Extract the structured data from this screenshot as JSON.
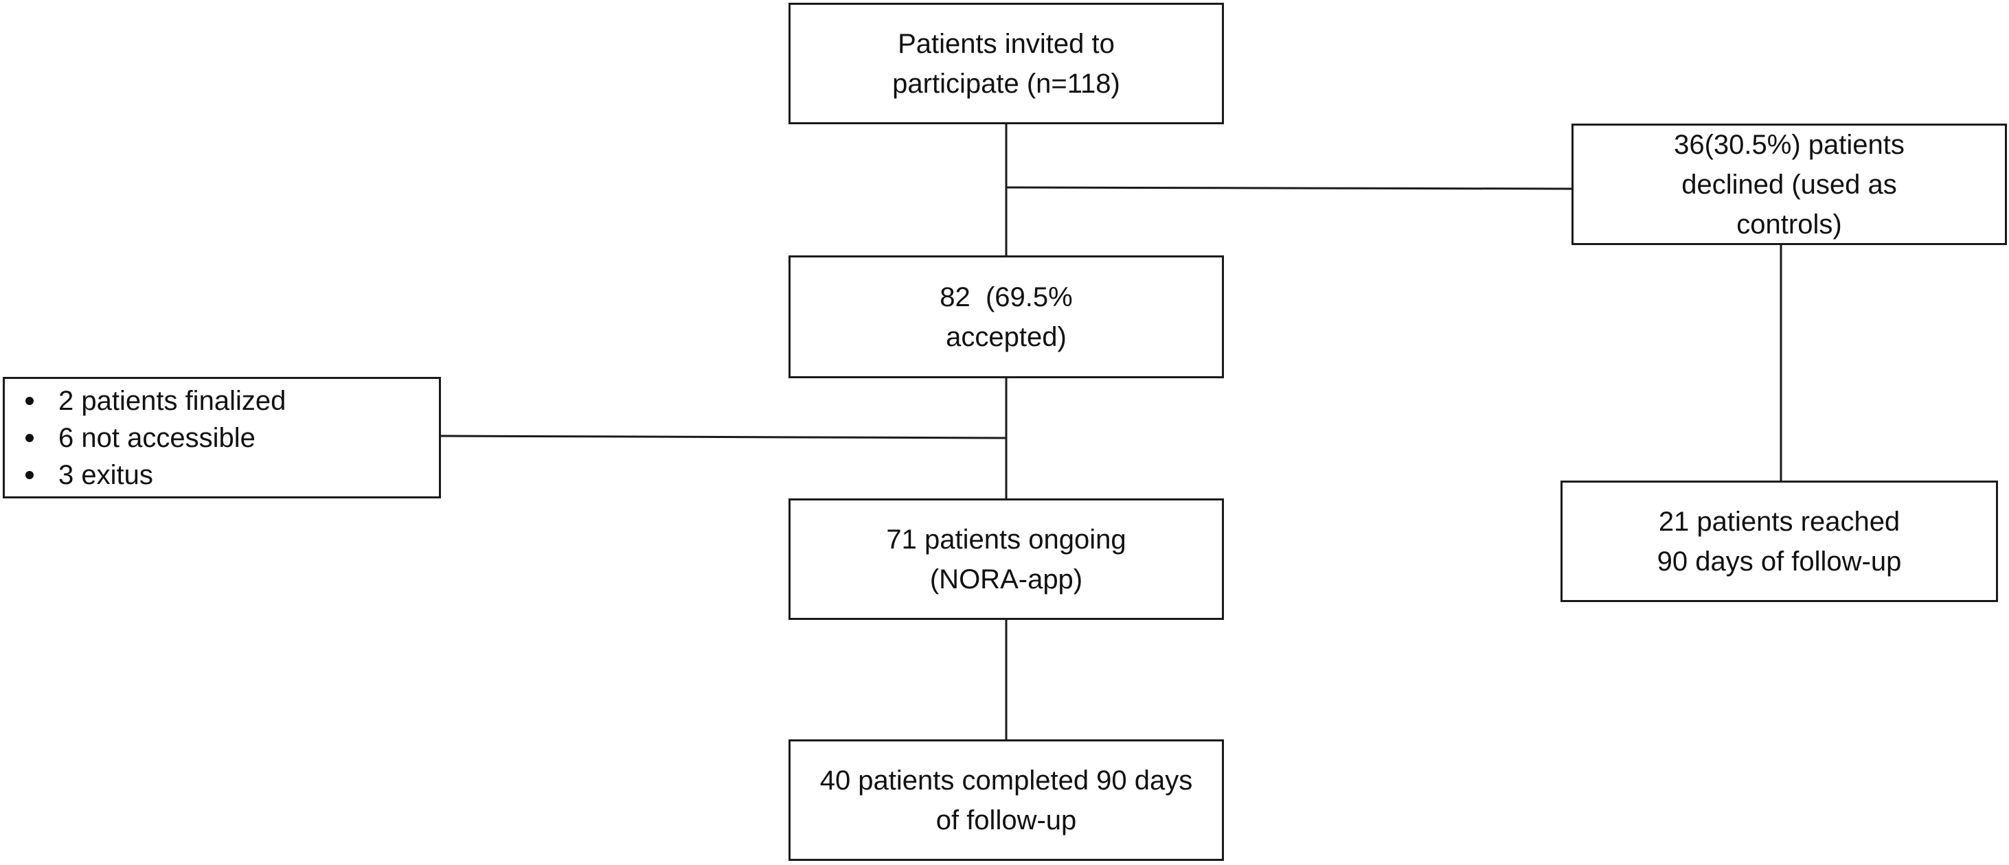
{
  "diagram": {
    "nodes": {
      "invited": {
        "lines": [
          "Patients invited to",
          "participate (n=118)"
        ]
      },
      "declined": {
        "lines": [
          "36(30.5%) patients",
          "declined (used as",
          "controls)"
        ]
      },
      "accepted": {
        "lines": [
          "82  (69.5%",
          "accepted)"
        ]
      },
      "excluded": {
        "items": [
          "2 patients finalized",
          "6 not accessible",
          "3 exitus"
        ]
      },
      "ongoing": {
        "lines": [
          "71 patients ongoing",
          "(NORA-app)"
        ]
      },
      "controls_followup": {
        "lines": [
          "21 patients reached",
          "90 days of follow-up"
        ]
      },
      "completed": {
        "lines": [
          "40 patients completed 90 days",
          "of follow-up"
        ]
      }
    },
    "line_color": "#1a1a1a",
    "box_border_color": "#1a1a1a"
  }
}
